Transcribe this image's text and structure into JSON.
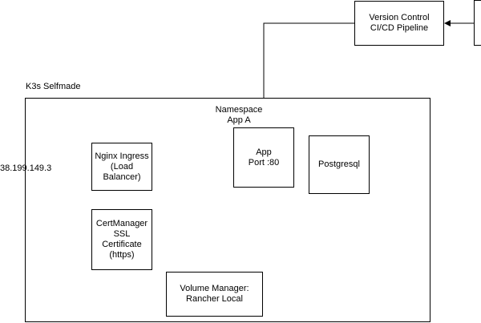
{
  "diagram": {
    "cluster_label": "K3s Selfmade",
    "namespace_label": "Namespace\nApp A",
    "external_ip": "38.199.149.3",
    "nodes": {
      "version_control": "Version Control\nCI/CD Pipeline",
      "nginx_ingress": "Nginx Ingress\n(Load\nBalancer)",
      "app": "App\nPort :80",
      "postgresql": "Postgresql",
      "cert_manager": "CertManager\nSSL\nCertificate\n(https)",
      "volume_manager": "Volume Manager:\nRancher Local"
    },
    "colors": {
      "stroke": "#000000",
      "background": "#ffffff"
    }
  }
}
